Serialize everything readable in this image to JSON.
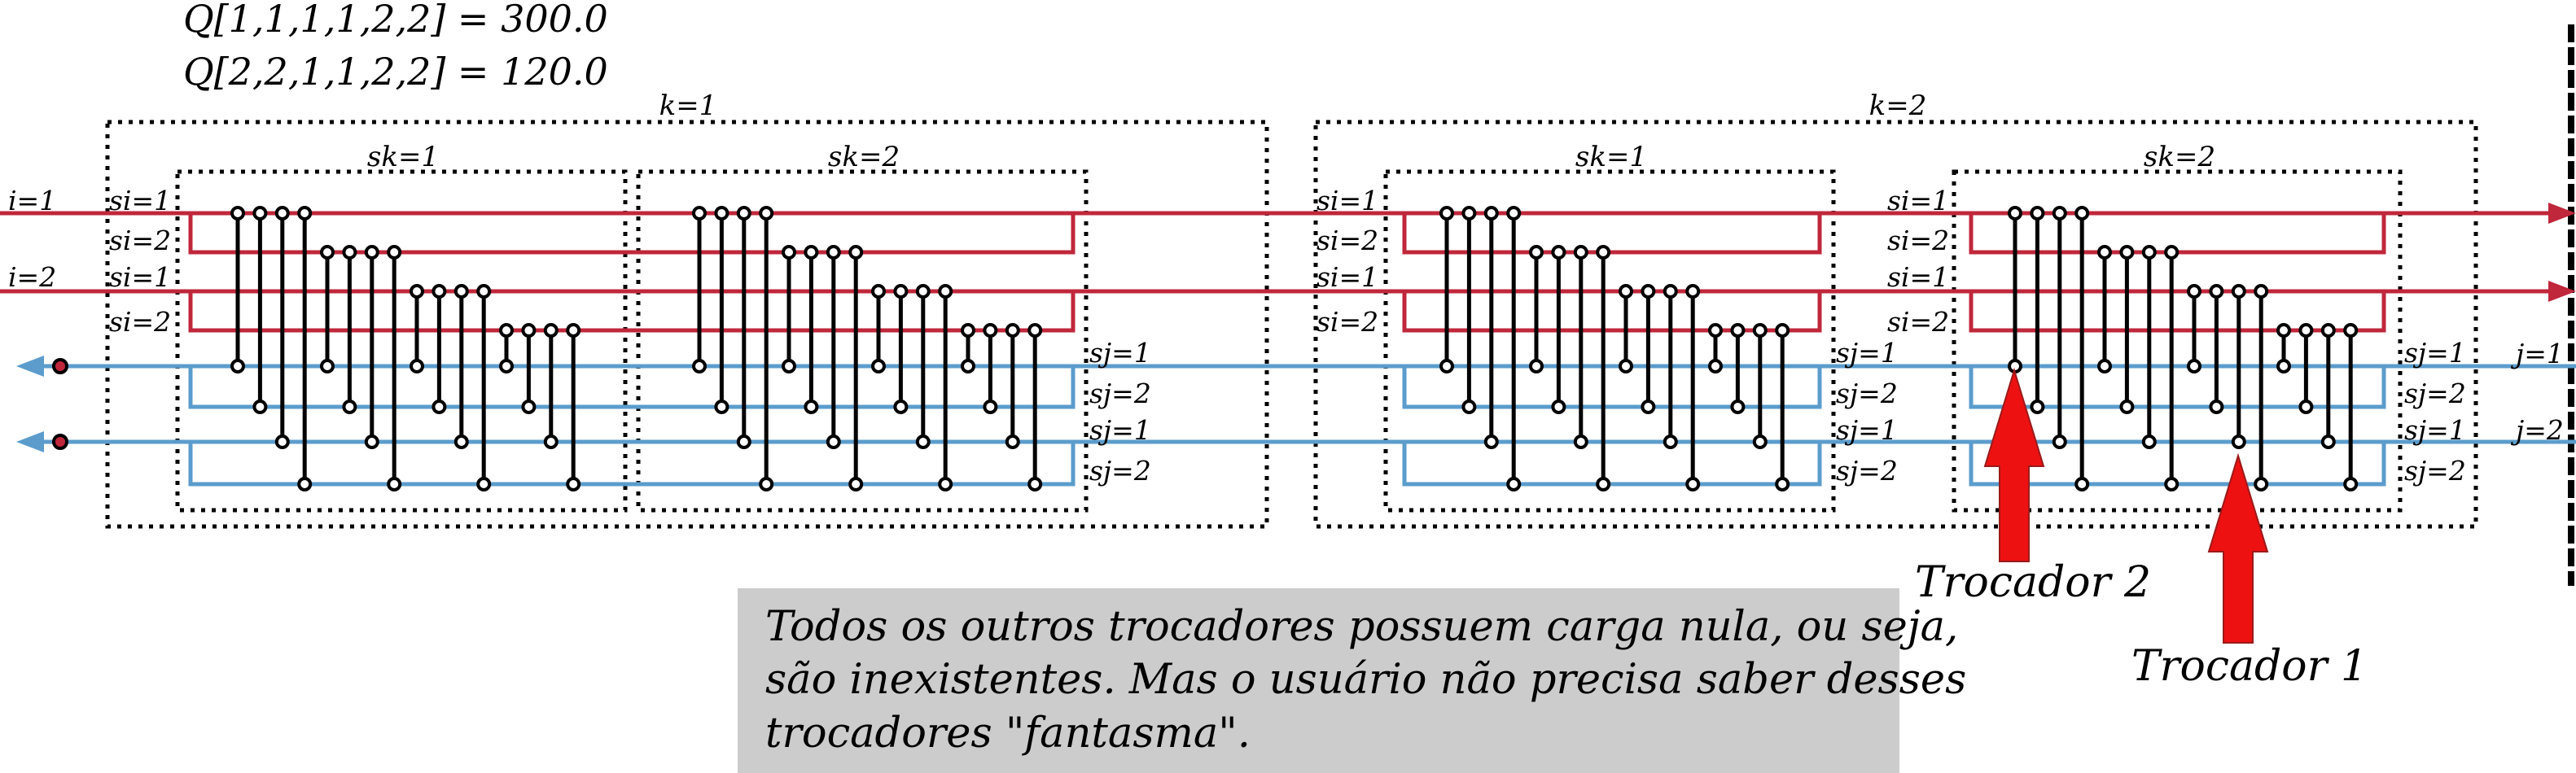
{
  "q_values": [
    "Q[1,1,1,1,2,2] = 300.0",
    "Q[2,2,1,1,2,2] = 120.0"
  ],
  "stages": [
    {
      "label": "k=1",
      "sub_labels": [
        "sk=1",
        "sk=2"
      ]
    },
    {
      "label": "k=2",
      "sub_labels": [
        "sk=1",
        "sk=2"
      ]
    }
  ],
  "hot_streams": [
    {
      "label": "i=1",
      "sub": [
        "si=1",
        "si=2"
      ]
    },
    {
      "label": "i=2",
      "sub": [
        "si=1",
        "si=2"
      ]
    }
  ],
  "cold_streams": [
    {
      "label": "j=1",
      "sub": [
        "sj=1",
        "sj=2"
      ]
    },
    {
      "label": "j=2",
      "sub": [
        "sj=1",
        "sj=2"
      ]
    }
  ],
  "exchanger_callouts": [
    "Trocador 2",
    "Trocador 1"
  ],
  "note_lines": [
    "Todos os outros trocadores possuem carga nula, ou seja,",
    "são inexistentes. Mas o usuário não precisa saber desses",
    "trocadores \"fantasma\"."
  ],
  "colors": {
    "hot": "#c0273b",
    "cold": "#5b9ccc",
    "arrow": "#ee1111",
    "note_bg": "#cccccc"
  }
}
